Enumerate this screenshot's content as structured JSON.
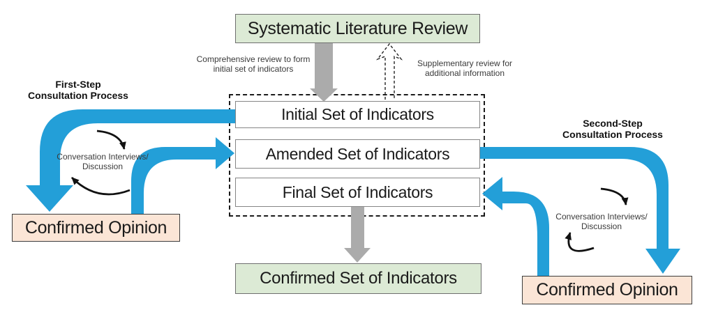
{
  "diagram_title": "Indicator development consultation process flowchart",
  "colors": {
    "arrow_blue": "#239FD8",
    "arrow_gray": "#ABABAB",
    "node_green": "#DCEAD5",
    "node_pink": "#FBE5D6",
    "cycle_black": "#111111"
  },
  "nodes": {
    "systematic_review": {
      "label": "Systematic Literature Review"
    },
    "initial_set": {
      "label": "Initial Set of Indicators"
    },
    "amended_set": {
      "label": "Amended Set of Indicators"
    },
    "final_set": {
      "label": "Final Set of Indicators"
    },
    "confirmed_set": {
      "label": "Confirmed Set of Indicators"
    },
    "confirmed_opinion_left": {
      "label": "Confirmed Opinion"
    },
    "confirmed_opinion_right": {
      "label": "Confirmed Opinion"
    }
  },
  "annotations": {
    "comprehensive": {
      "line1": "Comprehensive review to form",
      "line2": "initial set of indicators"
    },
    "supplementary": {
      "line1": "Supplementary review for",
      "line2": "additional information"
    },
    "first_step": {
      "line1": "First-Step",
      "line2": "Consultation Process"
    },
    "second_step": {
      "line1": "Second-Step",
      "line2": "Consultation Process"
    },
    "conversation_left": {
      "line1": "Conversation Interviews/",
      "line2": "Discussion"
    },
    "conversation_right": {
      "line1": "Conversation Interviews/",
      "line2": "Discussion"
    }
  },
  "icons": [
    "gray-down-arrow-top-icon",
    "gray-down-arrow-bottom-icon",
    "dashed-up-arrow-icon",
    "blue-arrow-initial-to-confirmed-icon",
    "blue-arrow-confirmed-to-amended-icon",
    "blue-arrow-amended-to-confirmed-icon",
    "blue-arrow-confirmed-to-final-icon",
    "cycle-arrow-top-left-icon",
    "cycle-arrow-bottom-left-icon",
    "cycle-arrow-top-right-icon",
    "cycle-arrow-bottom-right-icon"
  ]
}
